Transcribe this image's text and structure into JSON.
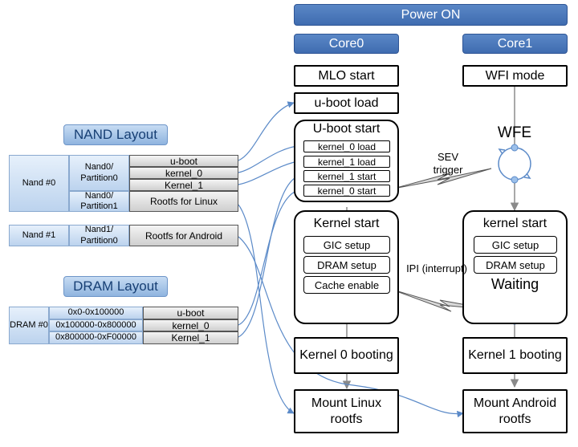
{
  "power_on": "Power ON",
  "core0": "Core0",
  "core1": "Core1",
  "mlo_start": "MLO start",
  "uboot_load": "u-boot load",
  "wfi_mode": "WFI mode",
  "uboot_start": {
    "title": "U-boot start",
    "items": [
      "kernel_0 load",
      "kernel_1 load",
      "kernel_1 start",
      "kernel_0 start"
    ]
  },
  "wfe": "WFE",
  "sev_trigger": "SEV trigger",
  "kernel_start_core0": {
    "title": "Kernel start",
    "items": [
      "GIC setup",
      "DRAM setup",
      "Cache enable"
    ]
  },
  "kernel_start_core1": {
    "title": "kernel start",
    "items": [
      "GIC setup",
      "DRAM setup"
    ],
    "waiting": "Waiting"
  },
  "ipi": "IPI (interrupt)",
  "kernel0_booting": "Kernel 0 booting",
  "kernel1_booting": "Kernel 1 booting",
  "mount_linux": "Mount Linux rootfs",
  "mount_android": "Mount Android rootfs",
  "nand_layout": {
    "title": "NAND Layout",
    "nand0": "Nand #0",
    "nand0_part0": "Nand0/ Partition0",
    "nand0_part1": "Nand0/ Partition1",
    "nand0_rows": [
      "u-boot",
      "kernel_0",
      "Kernel_1"
    ],
    "nand0_part1_row": "Rootfs for Linux",
    "nand1": "Nand #1",
    "nand1_part0": "Nand1/ Partition0",
    "nand1_row": "Rootfs for Android"
  },
  "dram_layout": {
    "title": "DRAM Layout",
    "dram0": "DRAM #0",
    "rows": [
      {
        "range": "0x0-0x100000",
        "name": "u-boot"
      },
      {
        "range": "0x100000-0x800000",
        "name": "kernel_0"
      },
      {
        "range": "0x800000-0xF00000",
        "name": "Kernel_1"
      }
    ]
  },
  "colors": {
    "accent_blue": "#3f6cb0",
    "connector_blue": "#5b8ac8",
    "light_blue": "#bcd3ee"
  }
}
